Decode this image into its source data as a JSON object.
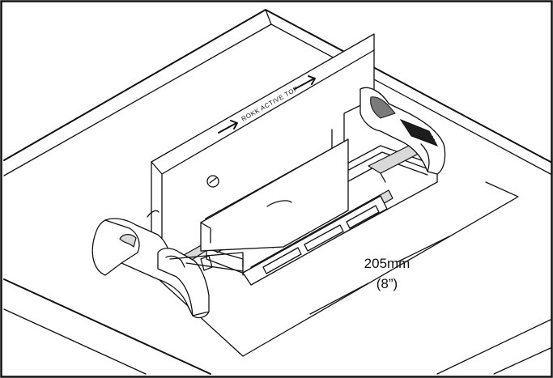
{
  "diagram": {
    "label_top_text": "ROKK ACTIVE TOP",
    "dimension_mm": "205mm",
    "dimension_in": "(8”)",
    "arrow_icon": "right-arrow-icon"
  }
}
